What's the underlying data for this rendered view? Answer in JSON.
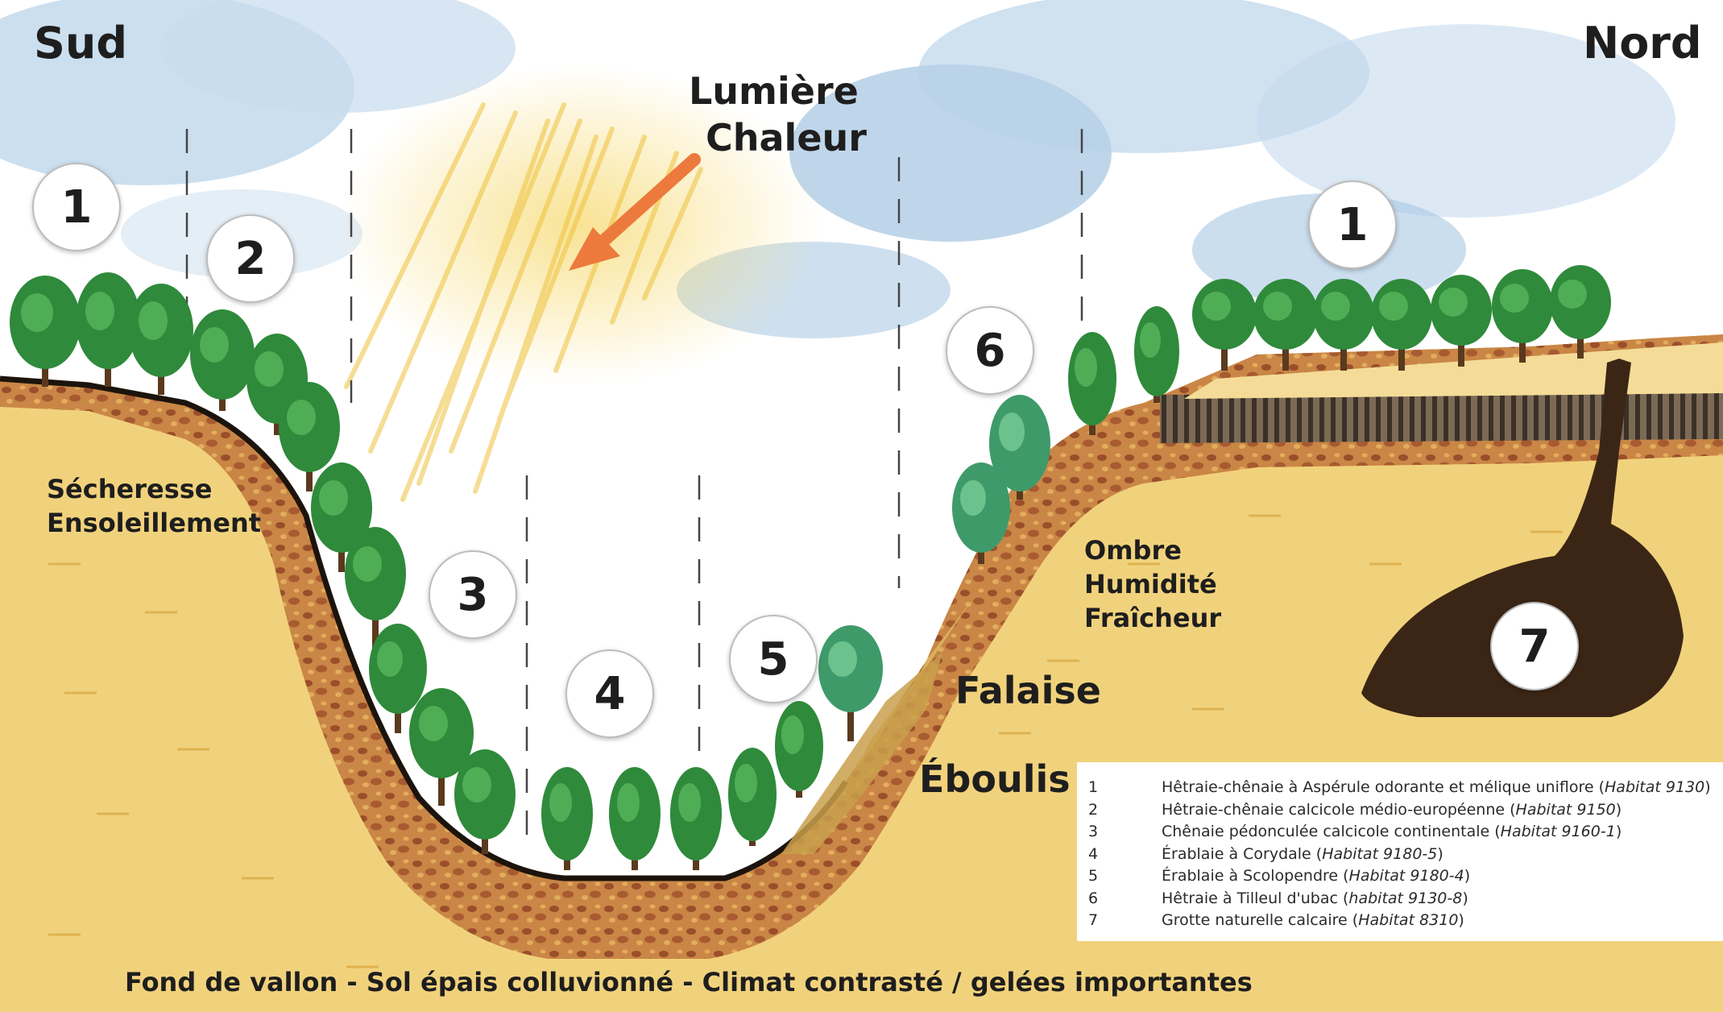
{
  "orientation": {
    "left": "Sud",
    "right": "Nord"
  },
  "sun": {
    "line1": "Lumière",
    "line2": "Chaleur"
  },
  "slopes": {
    "south": [
      "Sécheresse",
      "Ensoleillement"
    ],
    "north": [
      "Ombre",
      "Humidité",
      "Fraîcheur"
    ]
  },
  "features": {
    "cliff": "Falaise",
    "scree": "Éboulis"
  },
  "caption": "Fond de vallon - Sol épais colluvionné - Climat contrasté / gelées importantes",
  "markers": [
    "1",
    "2",
    "3",
    "4",
    "5",
    "6",
    "1",
    "7"
  ],
  "legend": [
    {
      "num": "1",
      "text": "Hêtraie-chênaie à Aspérule odorante et mélique uniflore (",
      "habitat": "Habitat 9130",
      "close": ")"
    },
    {
      "num": "2",
      "text": "Hêtraie-chênaie calcicole médio-européenne (",
      "habitat": "Habitat 9150",
      "close": ")"
    },
    {
      "num": "3",
      "text": "Chênaie pédonculée calcicole continentale (",
      "habitat": "Habitat 9160-1",
      "close": ")"
    },
    {
      "num": "4",
      "text": "Érablaie à Corydale (",
      "habitat": "Habitat 9180-5",
      "close": ")"
    },
    {
      "num": "5",
      "text": "Érablaie à Scolopendre (",
      "habitat": "Habitat 9180-4",
      "close": ")"
    },
    {
      "num": "6",
      "text": "Hêtraie à Tilleul d'ubac (",
      "habitat": "habitat 9130-8",
      "close": ")"
    },
    {
      "num": "7",
      "text": "Grotte naturelle calcaire (",
      "habitat": "Habitat 8310",
      "close": ")"
    }
  ],
  "colors": {
    "ground": "#f1d27c",
    "soil": "#b7683a",
    "sky": "#a9c9e4",
    "tree": "#2f8a3b",
    "arrow": "#ec7a3c",
    "cave": "#3b2616",
    "sunrays": "#f0c94a"
  }
}
